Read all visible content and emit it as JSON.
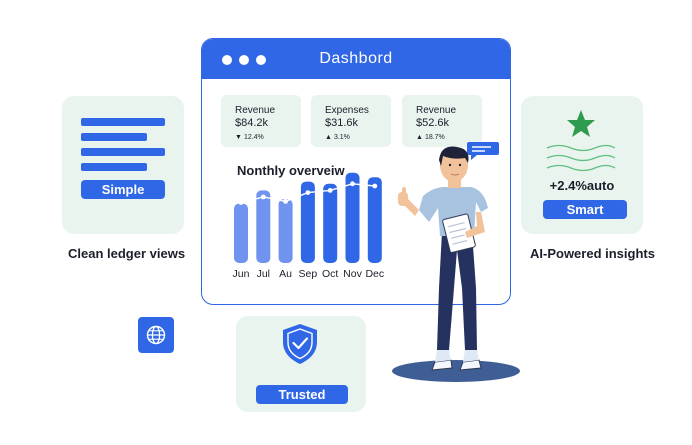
{
  "dashboard": {
    "title": "Dashbord",
    "kpis": [
      {
        "label": "Revenue",
        "value": "$84.2k",
        "change": "12.4%",
        "trend": "down"
      },
      {
        "label": "Expenses",
        "value": "$31.6k",
        "change": "3.1%",
        "trend": "up"
      },
      {
        "label": "Revenue",
        "value": "$52.6k",
        "change": "18.7%",
        "trend": "up"
      }
    ]
  },
  "chart_data": {
    "type": "bar",
    "title": "Nonthly overveiw",
    "categories": [
      "Jun",
      "Jul",
      "Au",
      "Sep",
      "Oct",
      "Nov",
      "Dec"
    ],
    "values": [
      54,
      66,
      58,
      74,
      72,
      82,
      78
    ],
    "line_values": [
      55,
      60,
      56,
      64,
      66,
      72,
      70
    ],
    "ylim": [
      0,
      100
    ],
    "colors": {
      "bar_light": "#6f93ef",
      "bar_dark": "#2f67e6"
    }
  },
  "left_card": {
    "button": "Simple",
    "caption": "Clean ledger views"
  },
  "right_card": {
    "stat": "+2.4%auto",
    "button": "Smart",
    "caption": "AI-Powered insights"
  },
  "bottom_card": {
    "button": "Trusted"
  },
  "icons": {
    "star": "star-icon",
    "shield": "shield-check-icon",
    "globe": "globe-icon"
  },
  "colors": {
    "primary": "#2f67e6",
    "mint": "#e9f4ef",
    "star": "#2e9b4f",
    "wave": "#5fbf7f"
  }
}
